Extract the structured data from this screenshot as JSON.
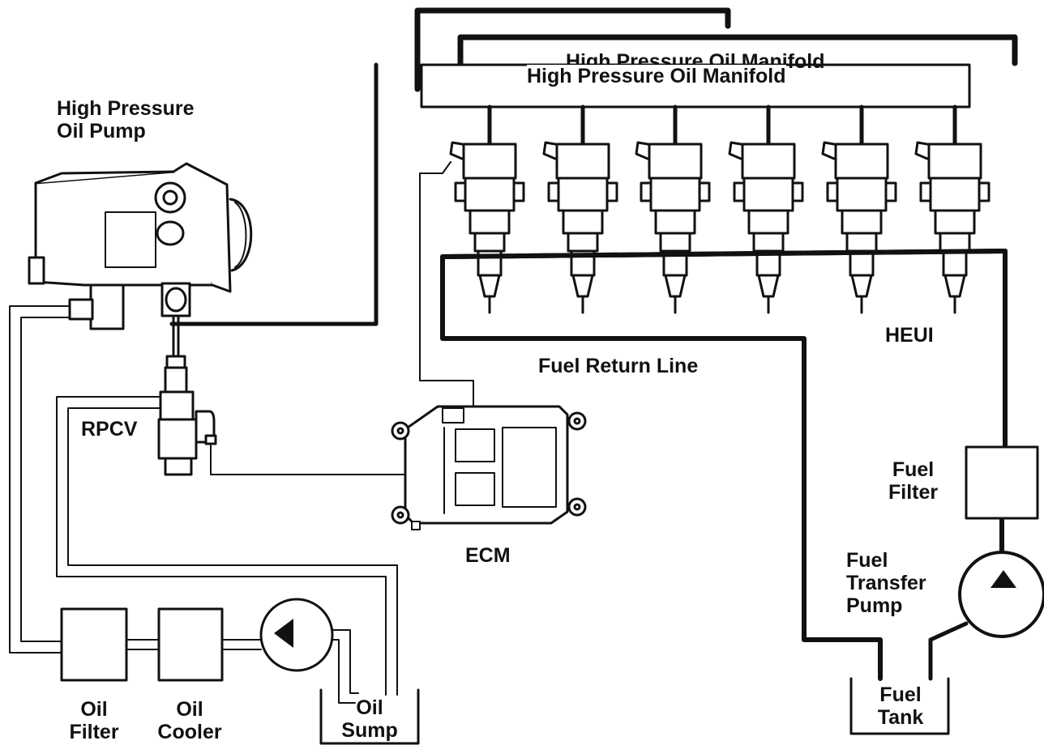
{
  "labels": {
    "manifold_back": "High Pressure Oil Manifold",
    "manifold_front": "High Pressure Oil Manifold",
    "oil_pump": [
      "High Pressure",
      "Oil Pump"
    ],
    "rpcv": "RPCV",
    "fuel_return_line": "Fuel Return Line",
    "heui": "HEUI",
    "ecm": "ECM",
    "fuel_filter": [
      "Fuel",
      "Filter"
    ],
    "fuel_transfer_pump": [
      "Fuel",
      "Transfer",
      "Pump"
    ],
    "fuel_tank": [
      "Fuel",
      "Tank"
    ],
    "oil_filter": [
      "Oil",
      "Filter"
    ],
    "oil_cooler": [
      "Oil",
      "Cooler"
    ],
    "oil_sump": [
      "Oil",
      "Sump"
    ]
  },
  "injectors": [
    "injector-1",
    "injector-2",
    "injector-3",
    "injector-4",
    "injector-5",
    "injector-6"
  ]
}
